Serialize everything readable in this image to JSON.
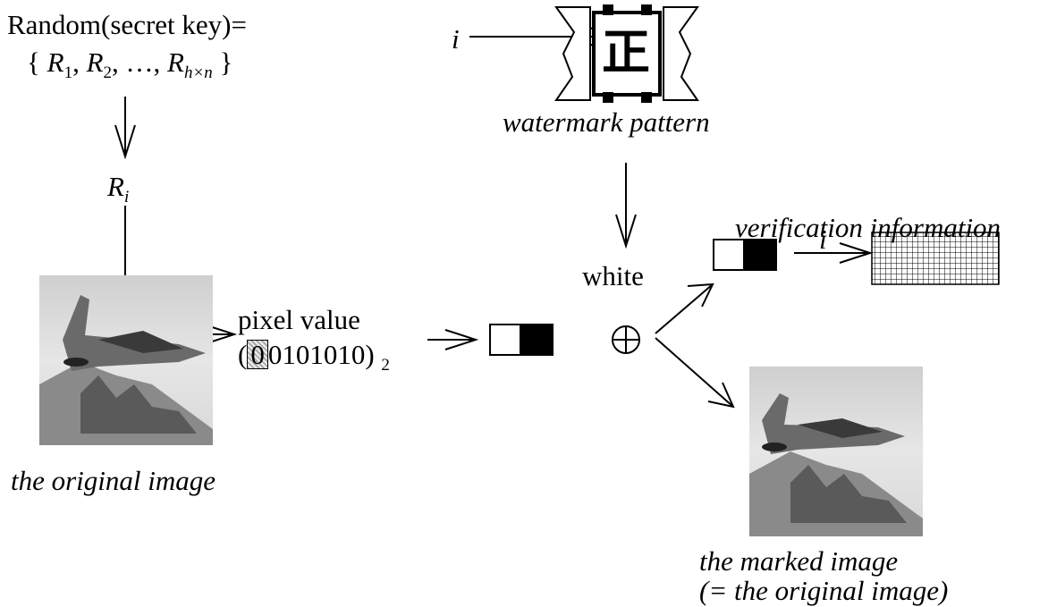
{
  "random_label": "Random(secret key)=",
  "sequence": {
    "open": "{",
    "r": "R",
    "sub1": "1",
    "comma": ",",
    "sub2": "2",
    "dots": "…",
    "subn": "h×n",
    "close": "}"
  },
  "ri": {
    "r": "R",
    "sub": "i"
  },
  "index_label": "i",
  "watermark_glyph": "正",
  "watermark_caption": "watermark pattern",
  "white_label": "white",
  "verification_caption": "verification information",
  "index_label_2": "i",
  "pixel_value_label": "pixel value",
  "pixel_bits": {
    "open": "(",
    "first_bit": "0",
    "rest": "0101010",
    "close": ")",
    "base": "2"
  },
  "xor_symbol": "⊕",
  "original_caption": "the original image",
  "marked_caption_line1": "the marked image",
  "marked_caption_line2": "(= the original image)"
}
